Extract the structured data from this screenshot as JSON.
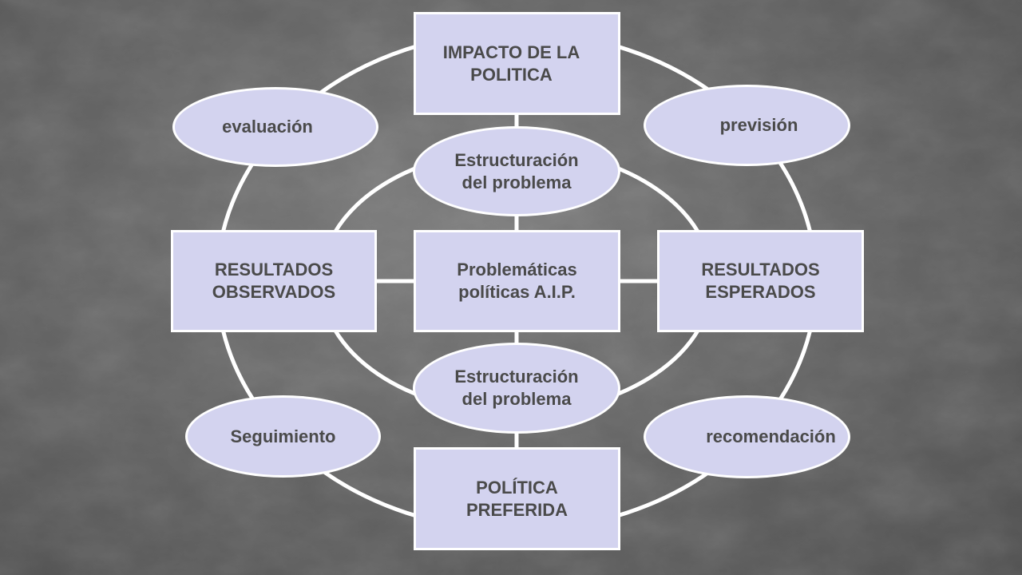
{
  "nodes": {
    "impacto": "IMPACTO DE LA\nPOLITICA",
    "evaluacion": "evaluación",
    "prevision": "previsión",
    "estructuracion_top": "Estructuración\ndel problema",
    "resultados_observados": "RESULTADOS\nOBSERVADOS",
    "problematicas": "Problemáticas\npolíticas A.I.P.",
    "resultados_esperados": "RESULTADOS\nESPERADOS",
    "estructuracion_bottom": "Estructuración\ndel problema",
    "seguimiento": "Seguimiento",
    "recomendacion": "recomendación",
    "politica_preferida": "POLÍTICA\nPREFERIDA"
  },
  "colors": {
    "node_fill": "#d3d3ef",
    "node_border": "#ffffff",
    "node_text": "#4a4a4a",
    "connector": "#ffffff"
  }
}
